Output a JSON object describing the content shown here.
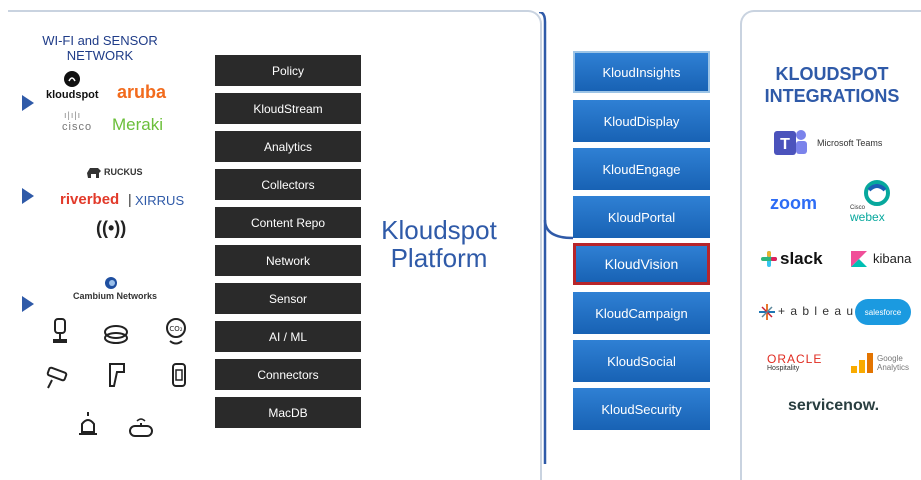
{
  "left": {
    "title": "WI-FI and SENSOR NETWORK",
    "vendors": [
      "kloudspot",
      "aruba",
      "cisco",
      "Meraki",
      "RUCKUS",
      "riverbed",
      "XIRRUS",
      "Cambium Networks"
    ]
  },
  "stack": [
    "Policy",
    "KloudStream",
    "Analytics",
    "Collectors",
    "Content Repo",
    "Network",
    "Sensor",
    "AI / ML",
    "Connectors",
    "MacDB"
  ],
  "platform": {
    "title_line1": "Kloudspot",
    "title_line2": "Platform"
  },
  "products": [
    "KloudInsights",
    "KloudDisplay",
    "KloudEngage",
    "KloudPortal",
    "KloudVision",
    "KloudCampaign",
    "KloudSocial",
    "KloudSecurity"
  ],
  "integrations": {
    "title_line1": "KLOUDSPOT",
    "title_line2": "INTEGRATIONS",
    "teams": "Microsoft Teams",
    "zoom": "zoom",
    "webex_cisco": "Cisco",
    "webex": "webex",
    "slack": "slack",
    "kibana": "kibana",
    "tableau": "+ a b l e a u",
    "salesforce": "salesforce",
    "oracle": "ORACLE",
    "oracle_sub": "Hospitality",
    "google1": "Google",
    "google2": "Analytics",
    "servicenow": "servicenow."
  },
  "colors": {
    "accent_blue": "#2f5aa8",
    "product_blue": "#1f6fc4",
    "highlight_red": "#b7252b",
    "stack_dark": "#2a2a2a"
  }
}
